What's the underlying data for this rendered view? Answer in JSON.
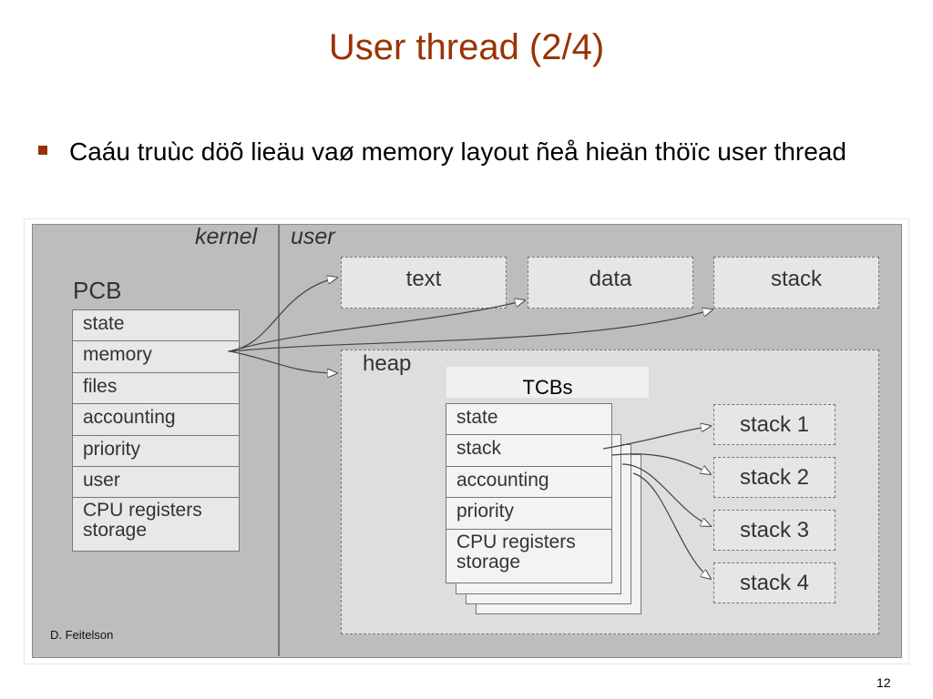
{
  "slide": {
    "title": "User thread (2/4)",
    "bullet": "Caáu truùc döõ lieäu vaø memory layout ñeå hieän thöïc user thread",
    "page_number": "12"
  },
  "diagram": {
    "kernel_label": "kernel",
    "user_label": "user",
    "pcb": {
      "title": "PCB",
      "rows": [
        "state",
        "memory",
        "files",
        "accounting",
        "priority",
        "user",
        "CPU registers storage"
      ]
    },
    "segments": {
      "text": "text",
      "data": "data",
      "stack": "stack",
      "heap": "heap"
    },
    "tcbs": {
      "title": "TCBs",
      "rows": [
        "state",
        "stack",
        "accounting",
        "priority",
        "CPU registers storage"
      ]
    },
    "stacks": [
      "stack 1",
      "stack 2",
      "stack 3",
      "stack 4"
    ],
    "credit": "D. Feitelson"
  },
  "colors": {
    "title": "#993300",
    "bullet": "#993300",
    "panel": "#bdbdbd",
    "box": "#e6e6e6"
  }
}
